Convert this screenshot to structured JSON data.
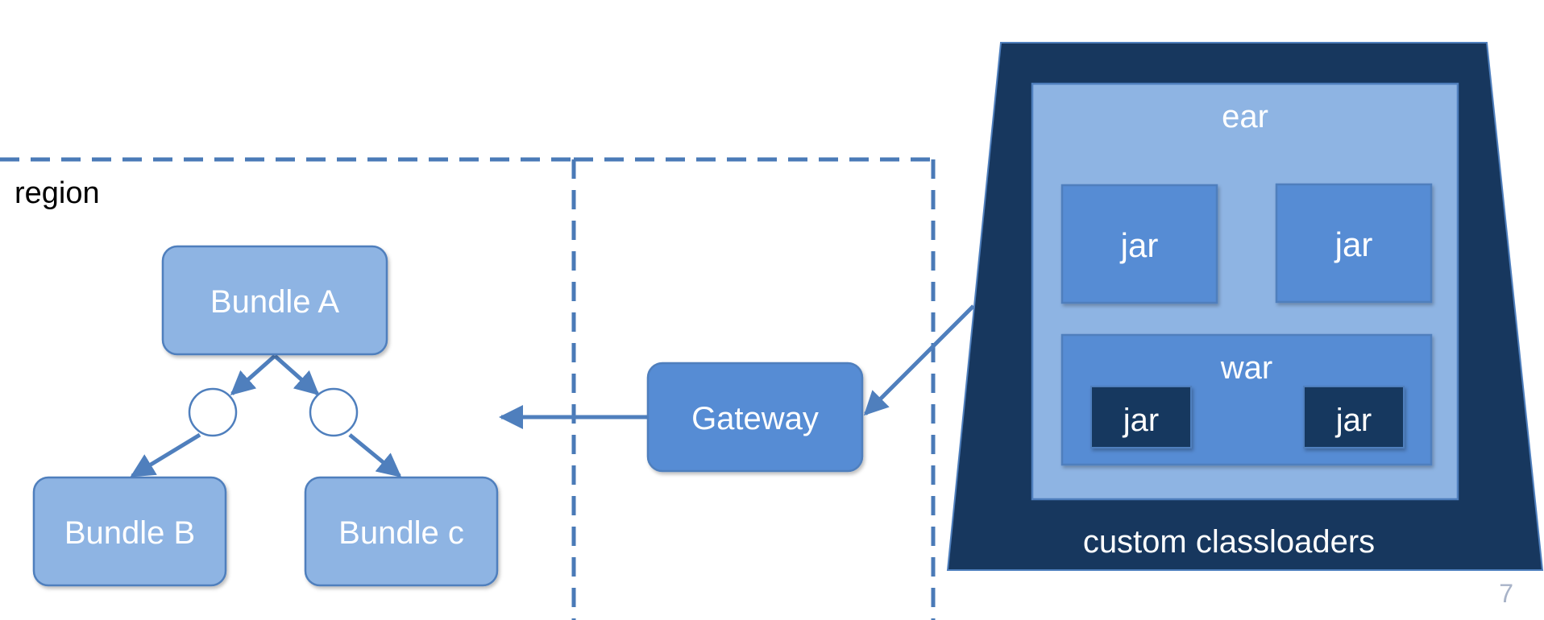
{
  "region_label": "region",
  "bundles": {
    "a": "Bundle A",
    "b": "Bundle B",
    "c": "Bundle c"
  },
  "gateway_label": "Gateway",
  "container": {
    "ear_label": "ear",
    "jar_label": "jar",
    "war_label": "war",
    "classloaders_label": "custom classloaders"
  },
  "page_number": "7",
  "colors": {
    "dashed_line": "#4a7ab7",
    "bundle_fill": "#8eb4e3",
    "bundle_stroke": "#4f7fbd",
    "gateway_fill": "#568cd4",
    "trapezoid_fill": "#17375e",
    "ear_fill": "#8eb4e3",
    "jar_fill": "#568cd4",
    "inner_jar_fill": "#17375e",
    "page_number": "#a8b3c8"
  }
}
